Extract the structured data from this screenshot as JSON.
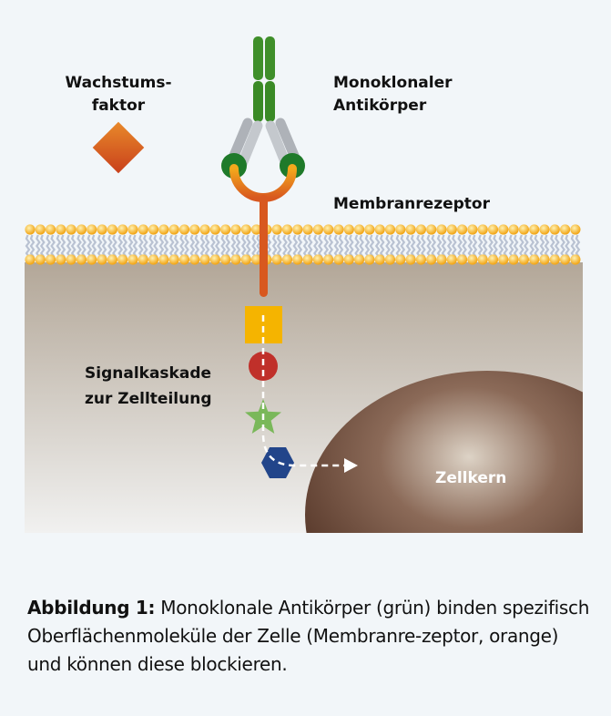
{
  "labels": {
    "growth_factor_line1": "Wachstums-",
    "growth_factor_line2": "faktor",
    "antibody_line1": "Monoklonaler",
    "antibody_line2": "Antikörper",
    "receptor": "Membranrezeptor",
    "cascade_line1": "Signalkaskade",
    "cascade_line2": "zur Zellteilung",
    "nucleus": "Zellkern"
  },
  "caption": {
    "title": "Abbildung 1:",
    "text": " Monoklonale Antikörper (grün) binden spezifisch Oberflächenmoleküle der Zelle (Membranre-zeptor, orange) und können diese blockieren."
  },
  "colors": {
    "antibody_green": "#3f8f2a",
    "antibody_gray": "#b8bcc2",
    "receptor_orange": "#e07a1f",
    "growth_factor": "#d9531e",
    "square": "#f5b400",
    "circle": "#c0302a",
    "star": "#7ab85a",
    "hexagon": "#22458a",
    "nucleus": "#5a3a2c"
  }
}
